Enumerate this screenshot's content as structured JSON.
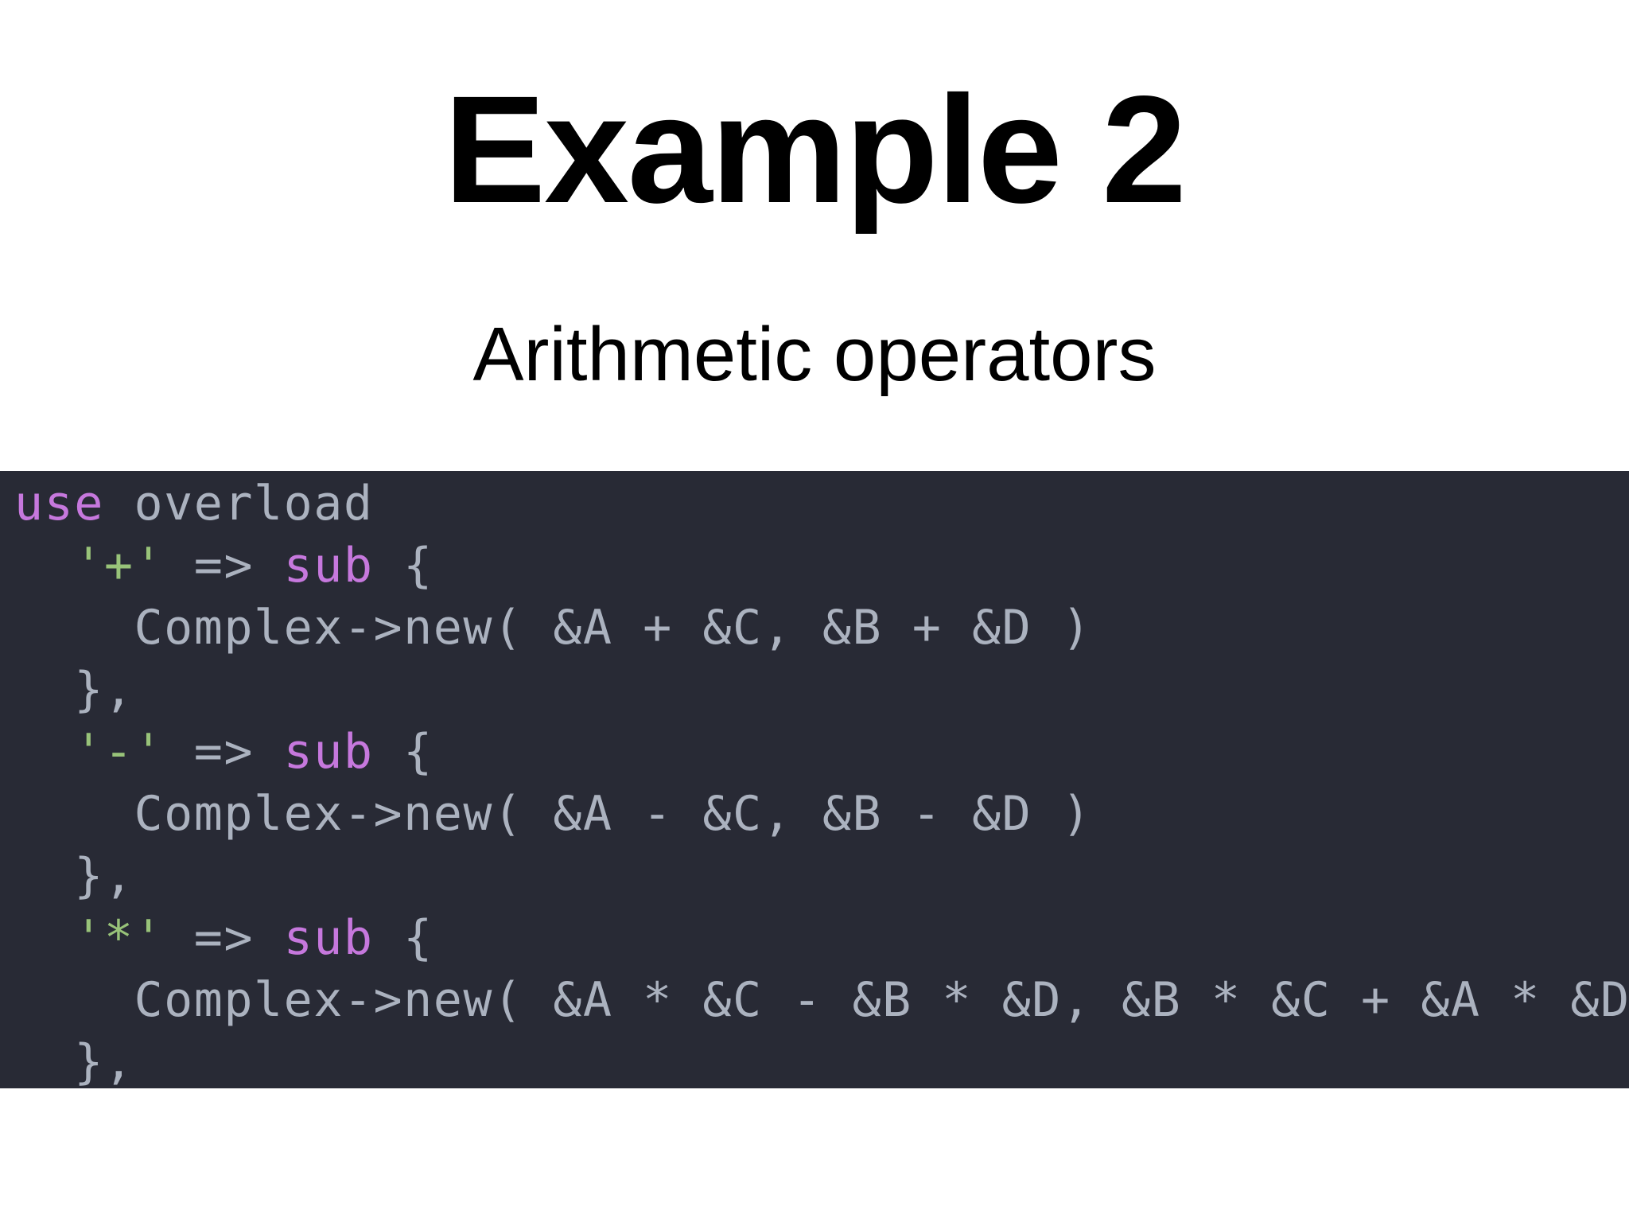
{
  "slide": {
    "title": "Example 2",
    "subtitle": "Arithmetic operators"
  },
  "colors": {
    "code_background": "#282a35",
    "keyword": "#c678dd",
    "string": "#98c379",
    "text": "#abb2bf"
  },
  "code": {
    "language": "perl",
    "lines": [
      {
        "indent": "",
        "kw": "use",
        "rest": " overload"
      },
      {
        "indent": "  ",
        "str": "'+'",
        "mid": " => ",
        "kw": "sub",
        "rest": " {"
      },
      {
        "indent": "    ",
        "text": "Complex->new( &A + &C, &B + &D )"
      },
      {
        "indent": "  ",
        "text": "},"
      },
      {
        "indent": "  ",
        "str": "'-'",
        "mid": " => ",
        "kw": "sub",
        "rest": " {"
      },
      {
        "indent": "    ",
        "text": "Complex->new( &A - &C, &B - &D )"
      },
      {
        "indent": "  ",
        "text": "},"
      },
      {
        "indent": "  ",
        "str": "'*'",
        "mid": " => ",
        "kw": "sub",
        "rest": " {"
      },
      {
        "indent": "    ",
        "text": "Complex->new( &A * &C - &B * &D, &B * &C + &A * &D )"
      },
      {
        "indent": "  ",
        "text": "},"
      }
    ]
  }
}
